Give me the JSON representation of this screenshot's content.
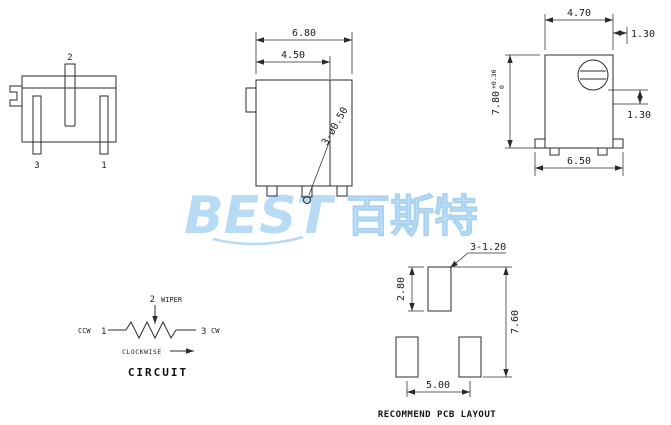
{
  "watermark": {
    "brand": "BEST",
    "brand_cn": "百斯特"
  },
  "views": {
    "side_view_left": {
      "pin_top": "2",
      "pin_bottom_left": "3",
      "pin_bottom_right": "1"
    },
    "front_view": {
      "overall_width": "6.80",
      "inner_width": "4.50",
      "pin_note": "3-ø0.50"
    },
    "side_view_right": {
      "top_width": "4.70",
      "top_offset": "1.30",
      "body_height": "7.80",
      "tol_upper": "+0.30",
      "tol_lower": "0",
      "mid_offset": "1.30",
      "base_width": "6.50"
    },
    "circuit": {
      "wiper_num": "2",
      "wiper_label": "WIPER",
      "ccw_label": "CCW",
      "ccw_num": "1",
      "cw_num": "3",
      "cw_label": "CW",
      "direction_label": "CLOCKWISE",
      "caption": "CIRCUIT"
    },
    "pcb": {
      "hole_note": "3-1.20",
      "pad_height": "2.80",
      "overall_height": "7.60",
      "pad_pitch": "5.00",
      "caption": "RECOMMEND PCB LAYOUT"
    }
  }
}
